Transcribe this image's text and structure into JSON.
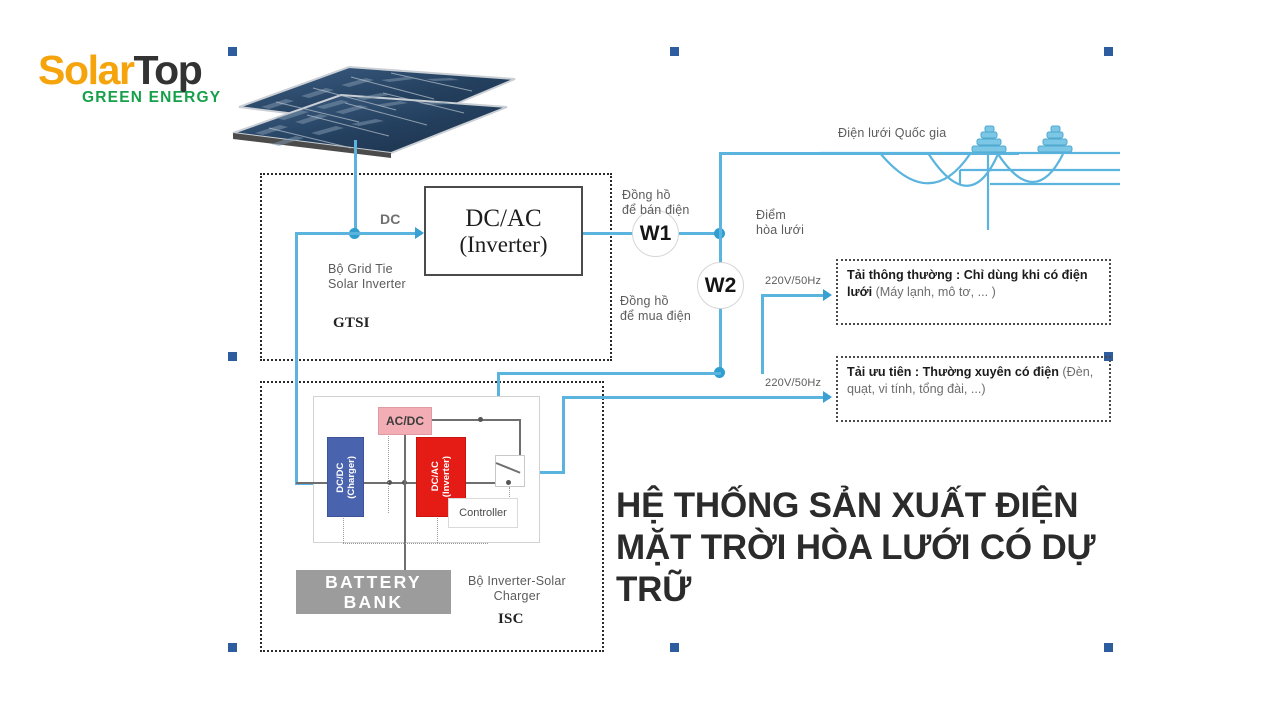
{
  "logo": {
    "word_a": "Solar",
    "word_b": "Top",
    "tagline": "GREEN ENERGY",
    "color_a": "#f5a40b",
    "color_b": "#333333",
    "color_tagline": "#16a04a"
  },
  "title": "HỆ THỐNG SẢN XUẤT ĐIỆN MẶT TRỜI HÒA LƯỚI CÓ DỰ TRỮ",
  "diagram": {
    "dc_label": "DC",
    "inverter": {
      "line1": "DC/AC",
      "line2": "(Inverter)"
    },
    "gtsi": {
      "caption": "Bộ Grid Tie\nSolar  Inverter",
      "acronym": "GTSI"
    },
    "isc": {
      "caption": "Bộ Inverter-Solar\nCharger",
      "acronym": "ISC"
    },
    "meters": [
      {
        "id": "W1",
        "label": "W1",
        "caption": "Đồng hồ\nđể bán điện"
      },
      {
        "id": "W2",
        "label": "W2",
        "caption": "Đồng hồ\nđể mua điện"
      }
    ],
    "tie_point": "Điểm\nhòa lưới",
    "grid_label": "Điện lưới Quốc gia",
    "voltage_labels": [
      "220V/50Hz",
      "220V/50Hz"
    ],
    "blocks": {
      "acdc": "AC/DC",
      "dcdc": "DC/DC\n(Charger)",
      "dcac": "DC/AC\n(Inverter)",
      "controller": "Controller",
      "battery": "BATTERY\nBANK"
    },
    "loads": [
      {
        "bold": "Tải thông thường : Chỉ dùng khi có điện lưới",
        "rest": " (Máy lạnh, mô tơ, ... )"
      },
      {
        "bold": "Tải ưu tiên : Thường xuyên có điện",
        "rest": " (Đèn, quạt, vi tính, tổng đài, ...)"
      }
    ]
  },
  "colors": {
    "wire": "#5ab4dd",
    "node": "#2f9fd0",
    "acdc": "#f2adb5",
    "dcdc": "#4a63ae",
    "dcac": "#e51b16",
    "battery": "#9c9c9c",
    "selection_handle": "#2e5d9f"
  }
}
